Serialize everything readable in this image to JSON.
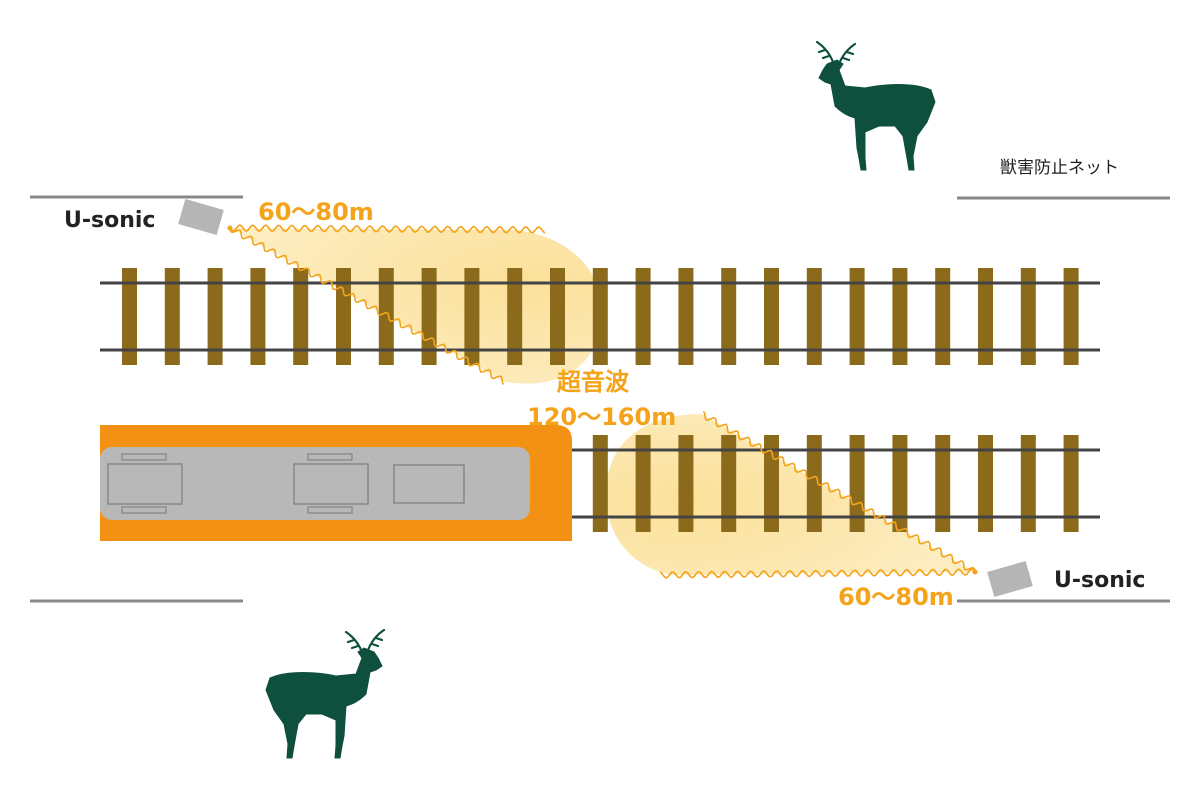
{
  "labels": {
    "sensor_left": "U-sonic",
    "sensor_right": "U-sonic",
    "net": "獣害防止ネット",
    "range_left": "60～80m",
    "range_right": "60～80m",
    "wave_name": "超音波",
    "wave_range": "120～160m"
  },
  "colors": {
    "sleeper": "#8b6a1b",
    "rail": "#444444",
    "fence": "#888888",
    "sensor": "#b5b5b5",
    "train_orange": "#f39114",
    "train_gray": "#b8b8b8",
    "wave_fill": "#fbdf94",
    "wave_line": "#f4a31a",
    "deer": "#0e4f3e"
  },
  "icons": {
    "deer": "deer-icon",
    "sensor": "ultrasonic-sensor-icon",
    "train": "train-icon"
  }
}
